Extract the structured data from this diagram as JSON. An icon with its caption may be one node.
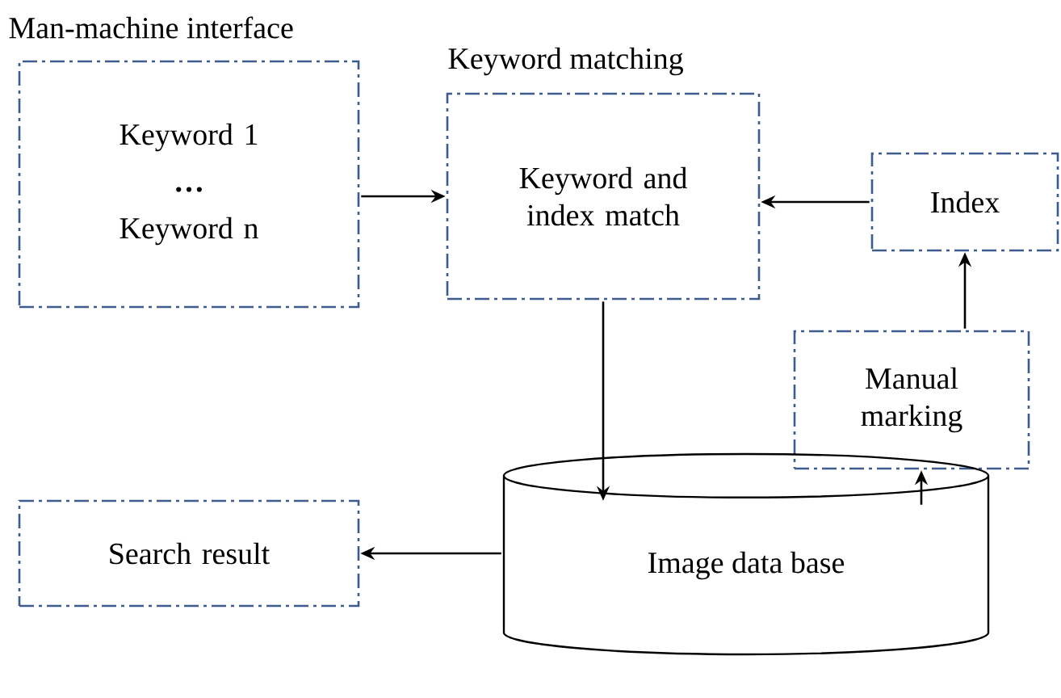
{
  "diagram": {
    "nodes": [
      {
        "text": [
          "Man-machine interface",
          "Keyword 1",
          "…",
          "Keyword n"
        ]
      },
      {
        "text": [
          "Keyword matching",
          "Keyword and index match"
        ]
      },
      {
        "text": [
          "Index"
        ]
      },
      {
        "text": [
          "Manual marking"
        ]
      },
      {
        "text": [
          "Search result"
        ]
      },
      {
        "text": [
          "Image data base"
        ]
      }
    ],
    "edges": [
      {
        "from": 0,
        "to": 1,
        "arrow": "to"
      },
      {
        "from": 2,
        "to": 1,
        "arrow": "to"
      },
      {
        "from": 3,
        "to": 2,
        "arrow": "to"
      },
      {
        "from": 5,
        "to": 3,
        "arrow": "to"
      },
      {
        "from": 1,
        "to": 5,
        "arrow": "to"
      },
      {
        "from": 5,
        "to": 4,
        "arrow": "to"
      }
    ]
  }
}
